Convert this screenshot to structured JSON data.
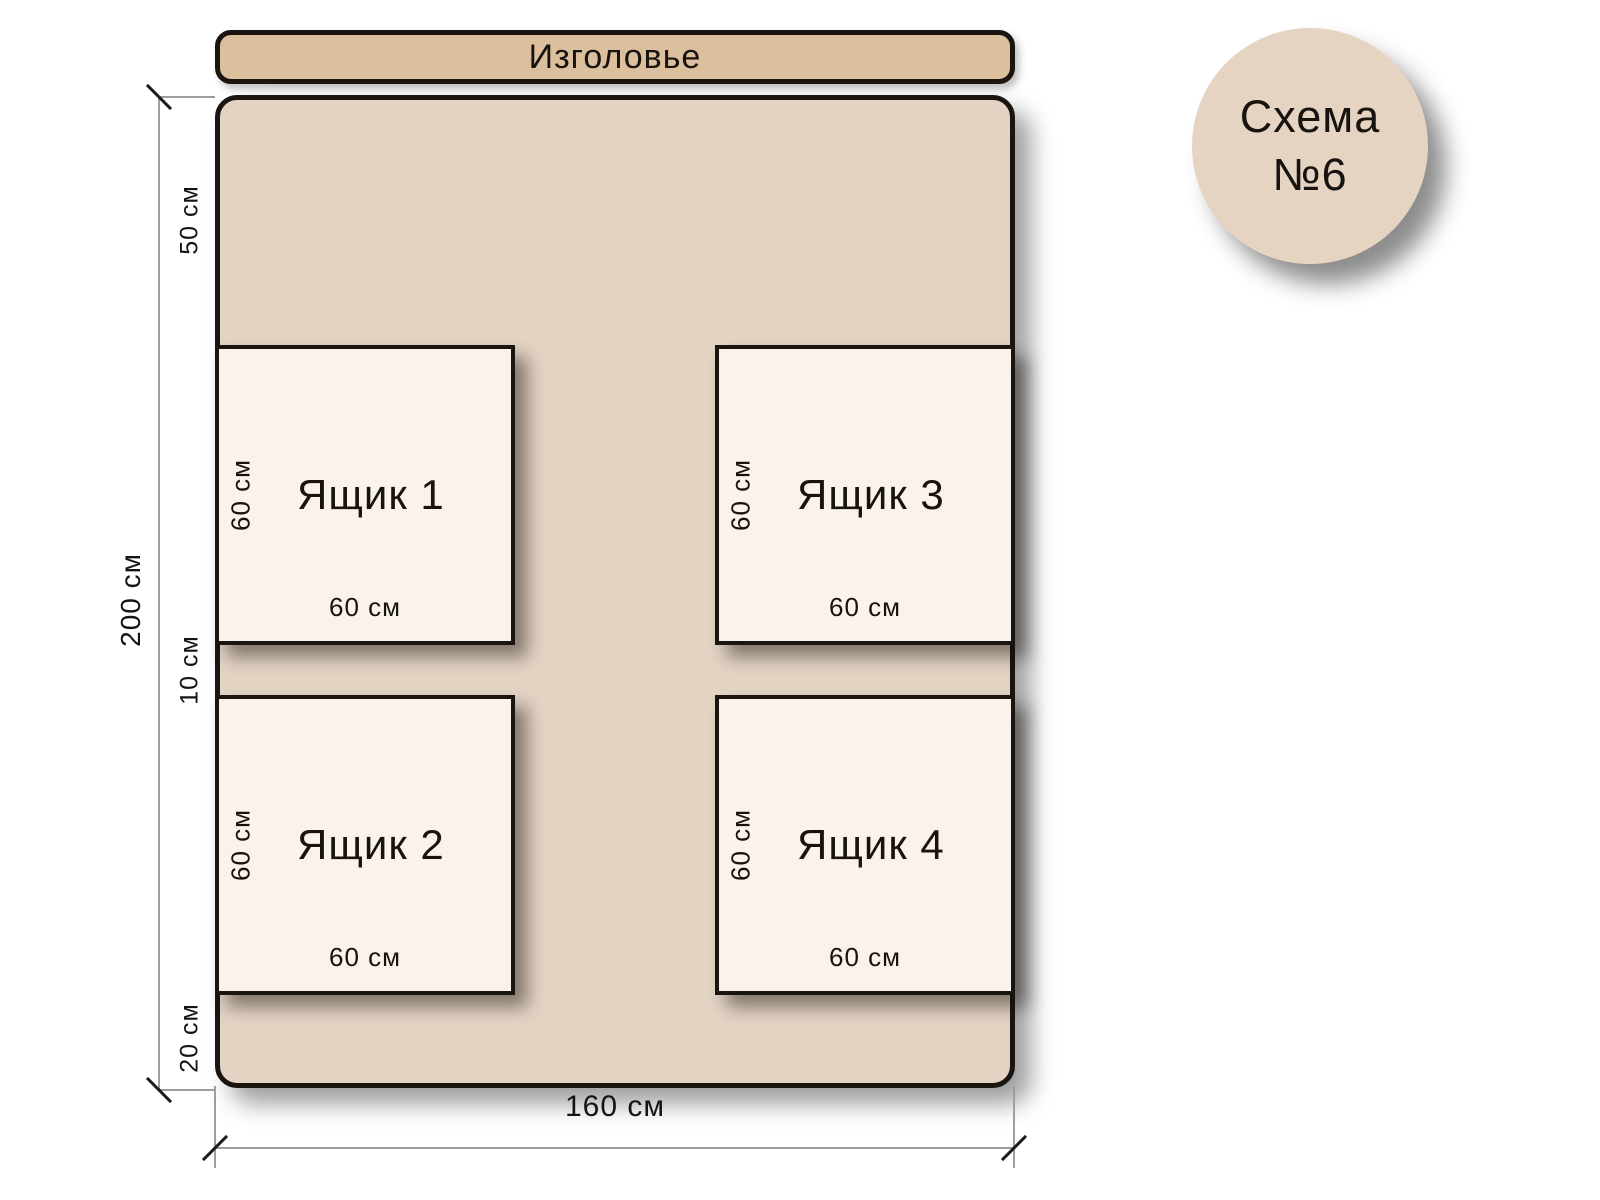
{
  "badge": {
    "line1": "Схема",
    "line2": "№6"
  },
  "headboard": {
    "label": "Изголовье"
  },
  "bed": {
    "total_height_label": "200 см",
    "total_width_label": "160 см",
    "segments": {
      "top_offset": "50 см",
      "middle_gap": "10 см",
      "bottom_offset": "20 см"
    }
  },
  "drawers": [
    {
      "name": "Ящик 1",
      "height_label": "60 см",
      "width_label": "60 см"
    },
    {
      "name": "Ящик 2",
      "height_label": "60 см",
      "width_label": "60 см"
    },
    {
      "name": "Ящик 3",
      "height_label": "60 см",
      "width_label": "60 см"
    },
    {
      "name": "Ящик 4",
      "height_label": "60 см",
      "width_label": "60 см"
    }
  ],
  "colors": {
    "headboard": "#dcc09d",
    "bed": "#e2d3c3",
    "drawer": "#fbf2ec",
    "badge": "#e6d4c2",
    "outline": "#1a1511",
    "dim": "#9e9e9e",
    "tick": "#1d1d1d",
    "text": "#17130f"
  }
}
